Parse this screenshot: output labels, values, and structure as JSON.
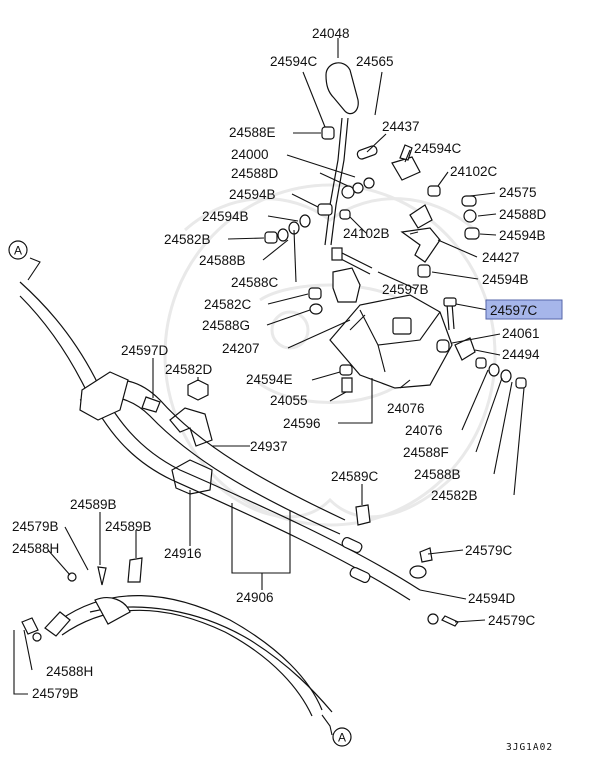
{
  "diagram": {
    "highlight_color": "#a6b6ea",
    "corner_code": "3JG1A02",
    "ref_mark": "A",
    "labels": {
      "l24048": "24048",
      "l24594C_a": "24594C",
      "l24565": "24565",
      "l24588E": "24588E",
      "l24437": "24437",
      "l24000": "24000",
      "l24594C_b": "24594C",
      "l24588D_a": "24588D",
      "l24102C": "24102C",
      "l24594B_a": "24594B",
      "l24575": "24575",
      "l24594B_b": "24594B",
      "l24588D_b": "24588D",
      "l24582B_a": "24582B",
      "l24102B": "24102B",
      "l24594B_c": "24594B",
      "l24588B_a": "24588B",
      "l24427": "24427",
      "l24588C": "24588C",
      "l24594B_d": "24594B",
      "l24597B": "24597B",
      "l24582C": "24582C",
      "l24597C": "24597C",
      "l24588G": "24588G",
      "l24061": "24061",
      "l24207": "24207",
      "l24494": "24494",
      "l24597D": "24597D",
      "l24582D": "24582D",
      "l24594E": "24594E",
      "l24055": "24055",
      "l24076_a": "24076",
      "l24596": "24596",
      "l24076_b": "24076",
      "l24937": "24937",
      "l24588F": "24588F",
      "l24588B_b": "24588B",
      "l24589C": "24589C",
      "l24582B_b": "24582B",
      "l24589B_a": "24589B",
      "l24579B_a": "24579B",
      "l24589B_b": "24589B",
      "l24588H_a": "24588H",
      "l24916": "24916",
      "l24579C_a": "24579C",
      "l24906": "24906",
      "l24594D": "24594D",
      "l24579C_b": "24579C",
      "l24588H_b": "24588H",
      "l24579B_b": "24579B"
    }
  }
}
